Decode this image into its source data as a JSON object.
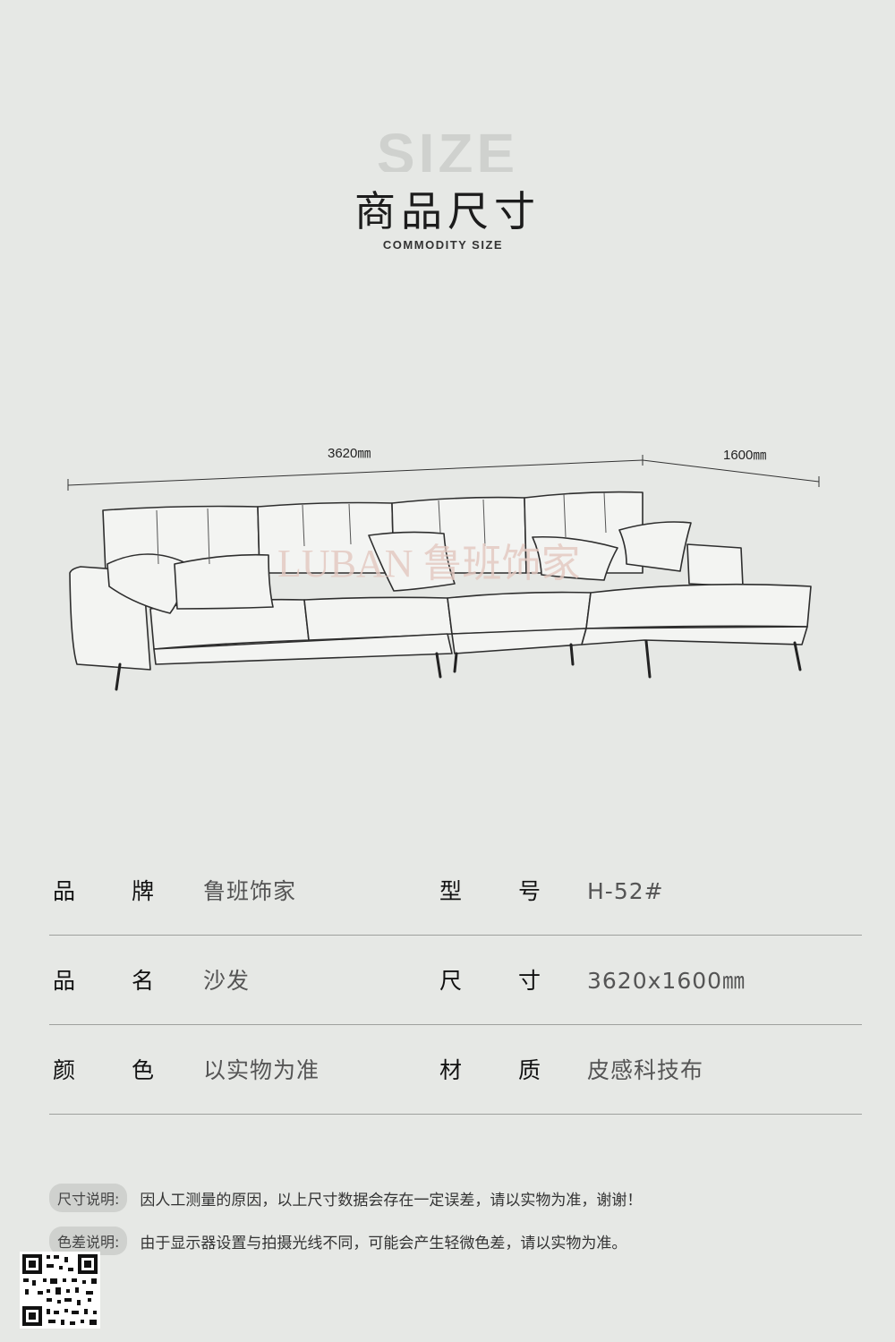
{
  "header": {
    "bg_word": "SIZE",
    "title": "商品尺寸",
    "subtitle": "COMMODITY SIZE"
  },
  "dimensions": {
    "length": "3620㎜",
    "depth": "1600㎜"
  },
  "watermark": "LUBAN 鲁班饰家",
  "specs": [
    {
      "label_a": "品",
      "label_b": "牌",
      "value": "鲁班饰家",
      "label2_a": "型",
      "label2_b": "号",
      "value2": "H-52#"
    },
    {
      "label_a": "品",
      "label_b": "名",
      "value": "沙发",
      "label2_a": "尺",
      "label2_b": "寸",
      "value2": "3620x1600㎜"
    },
    {
      "label_a": "颜",
      "label_b": "色",
      "value": "以实物为准",
      "label2_a": "材",
      "label2_b": "质",
      "value2": "皮感科技布"
    }
  ],
  "notes": [
    {
      "tag": "尺寸说明:",
      "text": "因人工测量的原因，以上尺寸数据会存在一定误差，请以实物为准，谢谢！"
    },
    {
      "tag": "色差说明:",
      "text": "由于显示器设置与拍摄光线不同，可能会产生轻微色差，请以实物为准。"
    }
  ]
}
